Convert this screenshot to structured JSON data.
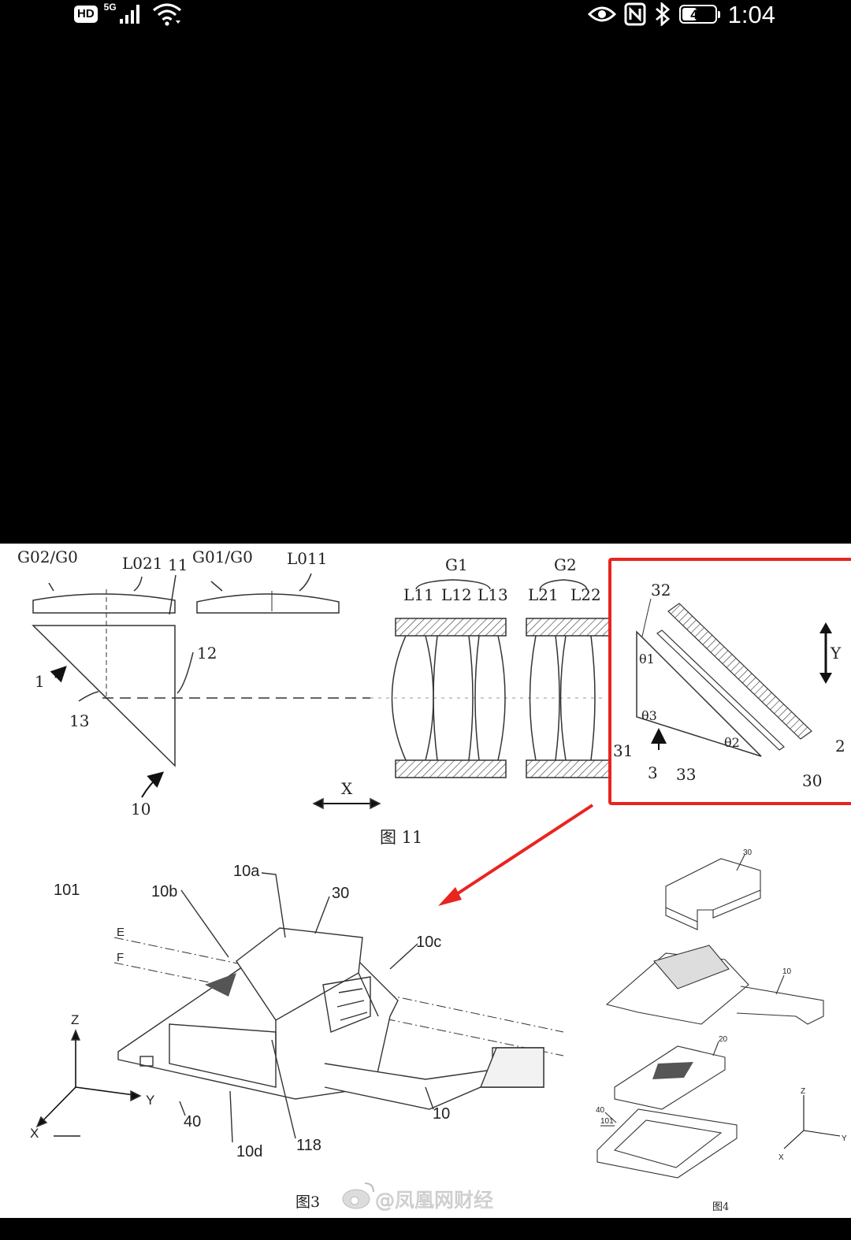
{
  "status_bar": {
    "hd_badge": "HD",
    "network": "5G",
    "battery_level": "45",
    "battery_fraction": 0.45,
    "time": "1:04",
    "icons": [
      "hd-icon",
      "signal-5g-icon",
      "wifi-icon",
      "eye-icon",
      "nfc-icon",
      "bluetooth-icon",
      "battery-icon"
    ]
  },
  "image": {
    "fig11": {
      "labels": {
        "g02": "G02/G0",
        "l021": "L021",
        "n11": "11",
        "g01": "G01/G0",
        "l011": "L011",
        "g1": "G1",
        "g2": "G2",
        "l11": "L11",
        "l12": "L12",
        "l13": "L13",
        "l21": "L21",
        "l22": "L22",
        "n12": "12",
        "n1": "1",
        "n13": "13",
        "n10": "10",
        "x": "X",
        "n32": "32",
        "t1": "θ1",
        "t3": "θ3",
        "t2": "θ2",
        "n31": "31",
        "n3": "3",
        "n33": "33",
        "n30": "30",
        "n2": "2",
        "y": "Y"
      },
      "caption": "图 11"
    },
    "fig3": {
      "labels": {
        "n101": "101",
        "n10a": "10a",
        "n10b": "10b",
        "n30": "30",
        "n10c": "10c",
        "e": "E",
        "f": "F",
        "z": "Z",
        "y": "Y",
        "x": "X",
        "n40": "40",
        "n10d": "10d",
        "n118": "118",
        "n10": "10"
      },
      "caption": "图3"
    },
    "fig4": {
      "labels": {
        "n101": "101",
        "n30": "30",
        "n10": "10",
        "n20": "20",
        "n40": "40",
        "z": "Z",
        "y": "Y",
        "x": "X"
      },
      "caption": "图4"
    },
    "watermark": "@凤凰网财经",
    "colors": {
      "highlight": "#e8251f",
      "line": "#333333",
      "paper": "#ffffff"
    }
  }
}
